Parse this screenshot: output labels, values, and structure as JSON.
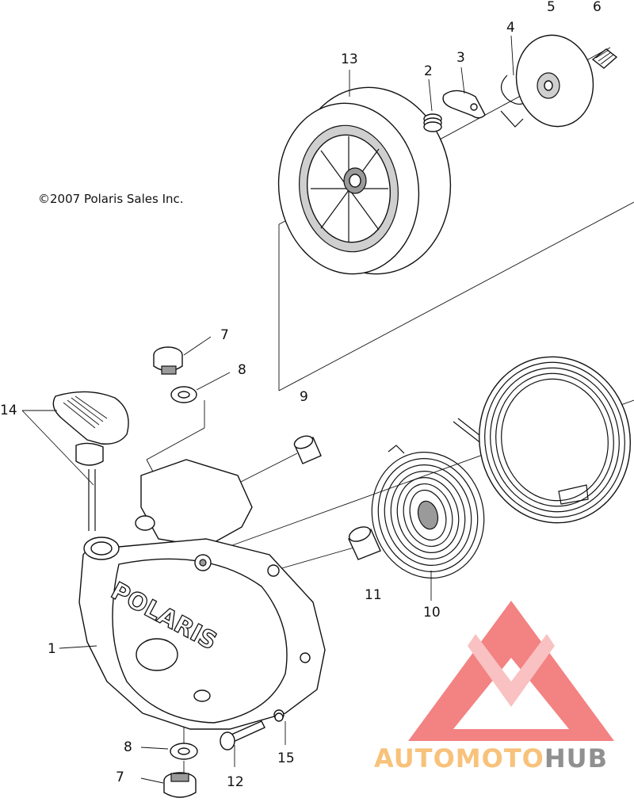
{
  "copyright": "©2007 Polaris Sales Inc.",
  "cover_logo_text": "POLARIS",
  "watermark": {
    "text_part1": "AUTOMOTO",
    "text_part2": "HUB",
    "color_primary": "#f26d6d",
    "color_light": "#f9b7b7",
    "color_orange": "#f7b864",
    "color_gray": "#7d7d7d"
  },
  "callouts": [
    {
      "id": "1",
      "label": "1"
    },
    {
      "id": "2",
      "label": "2"
    },
    {
      "id": "3",
      "label": "3"
    },
    {
      "id": "4",
      "label": "4"
    },
    {
      "id": "5",
      "label": "5"
    },
    {
      "id": "6",
      "label": "6"
    },
    {
      "id": "7a",
      "label": "7"
    },
    {
      "id": "7b",
      "label": "7"
    },
    {
      "id": "8a",
      "label": "8"
    },
    {
      "id": "8b",
      "label": "8"
    },
    {
      "id": "9",
      "label": "9"
    },
    {
      "id": "10",
      "label": "10"
    },
    {
      "id": "11",
      "label": "11"
    },
    {
      "id": "12",
      "label": "12"
    },
    {
      "id": "13",
      "label": "13"
    },
    {
      "id": "14",
      "label": "14"
    },
    {
      "id": "15",
      "label": "15"
    }
  ]
}
